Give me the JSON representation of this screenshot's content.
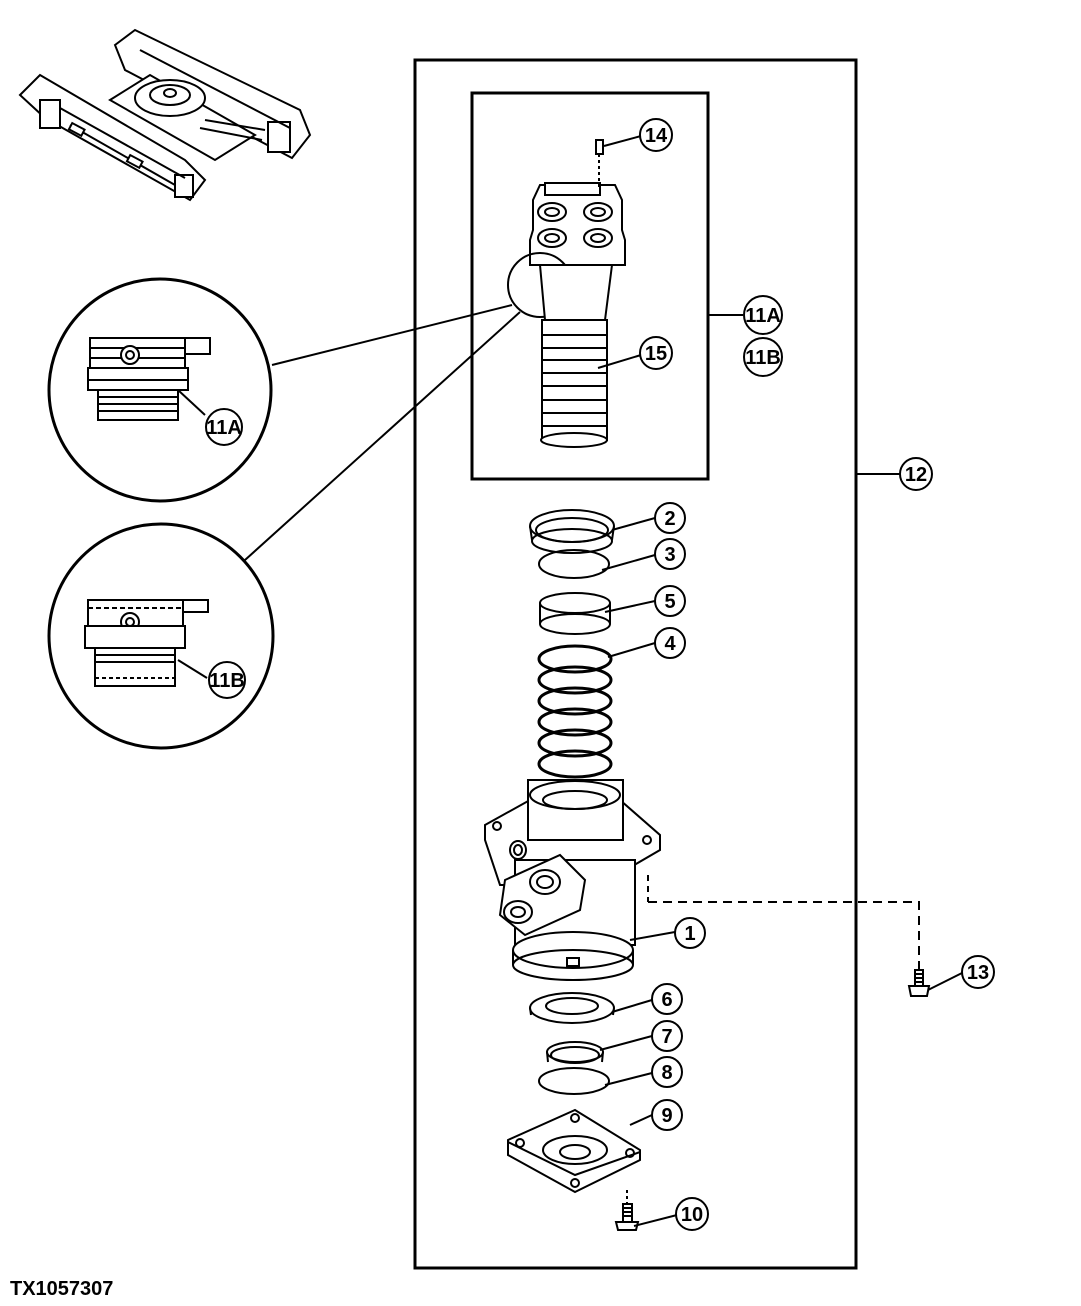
{
  "figure_id": "TX1057307",
  "callouts": {
    "c1": "1",
    "c2": "2",
    "c3": "3",
    "c4": "4",
    "c5": "5",
    "c6": "6",
    "c7": "7",
    "c8": "8",
    "c9": "9",
    "c10": "10",
    "c11a_detail": "11A",
    "c11b_detail": "11B",
    "c11a": "11A",
    "c11b": "11B",
    "c12": "12",
    "c13": "13",
    "c14": "14",
    "c15": "15"
  }
}
